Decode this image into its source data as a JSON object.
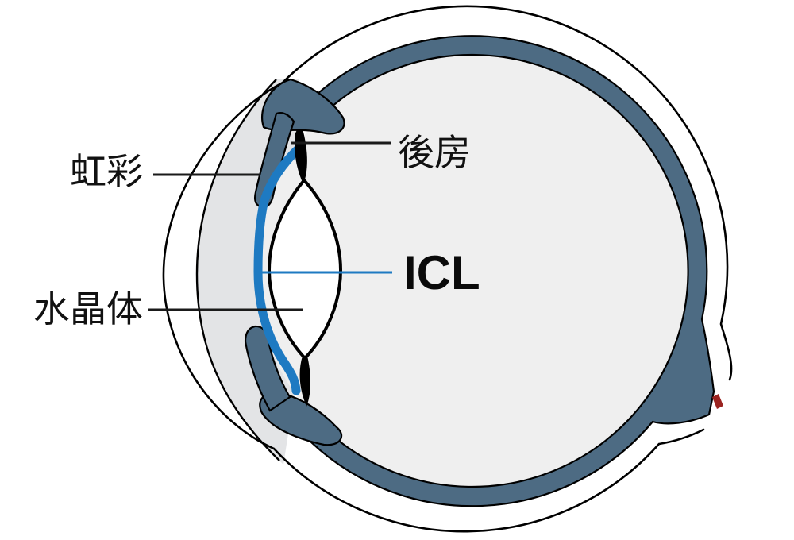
{
  "diagram": {
    "type": "eye-cross-section-with-icl-implant",
    "labels": {
      "iris": {
        "text": "虹彩"
      },
      "posterior_chamber": {
        "text": "後房"
      },
      "icl": {
        "text": "ICL"
      },
      "crystalline_lens": {
        "text": "水晶体"
      }
    },
    "colors": {
      "uvea_blue_gray": "#4d6b83",
      "vitreous_gray": "#efefef",
      "anterior_chamber_gray": "#e3e4e6",
      "icl_blue": "#1e7ac2",
      "artery_red": "#9b2421",
      "outline_black": "#000000",
      "leader_line_black": "#1a1a1a",
      "label_text": "#111111",
      "background": "#ffffff"
    }
  }
}
